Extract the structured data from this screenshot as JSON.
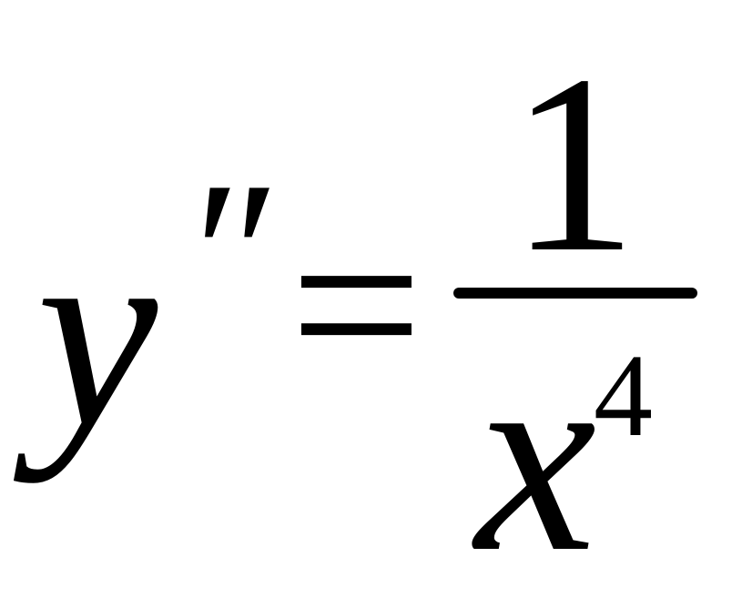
{
  "equation": {
    "lhs_variable": "y",
    "lhs_prime": "″",
    "relation": "=",
    "numerator": "1",
    "denominator_variable": "x",
    "denominator_exponent": "4"
  }
}
